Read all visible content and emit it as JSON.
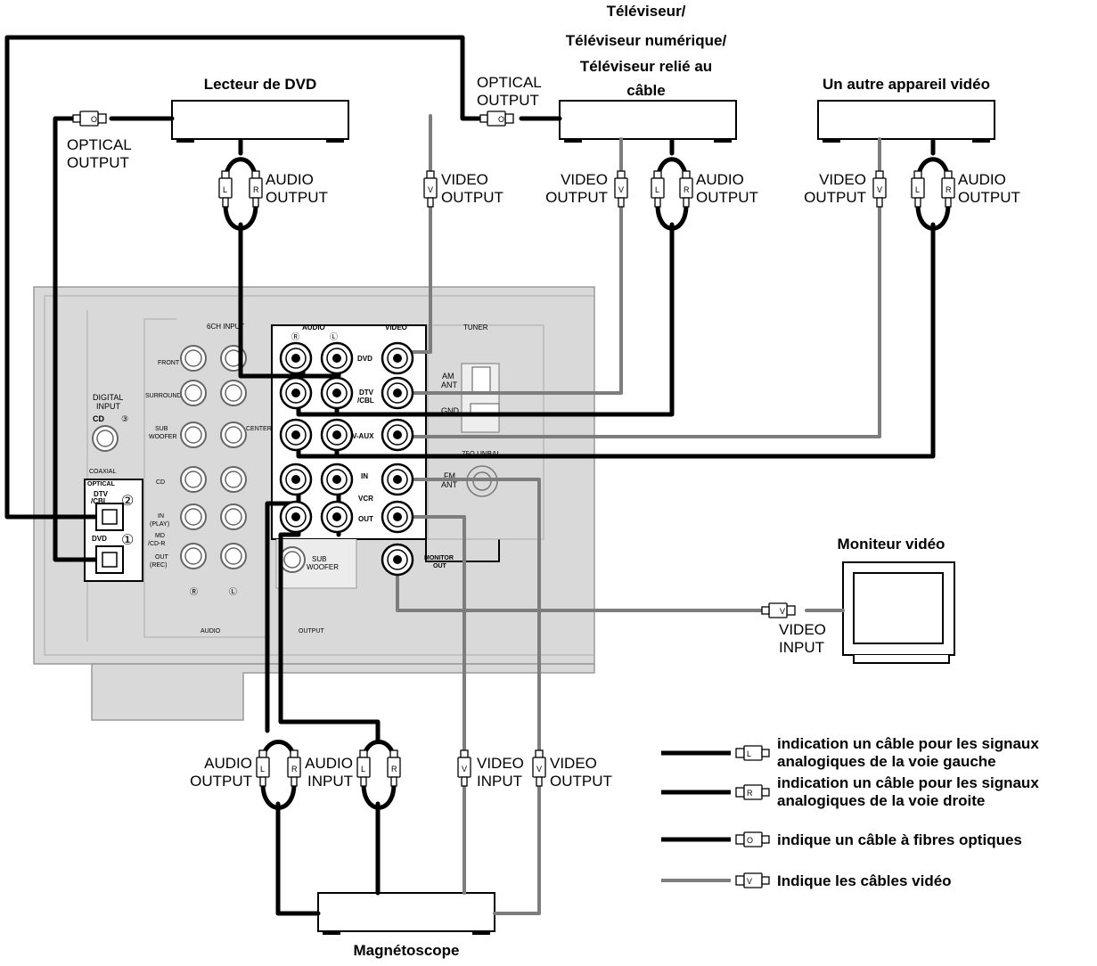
{
  "devices": {
    "dvd_player": "Lecteur de DVD",
    "tv_line1": "Téléviseur/",
    "tv_line2": "Téléviseur numérique/",
    "tv_line3": "Téléviseur relié au",
    "tv_line4": "câble",
    "other_video": "Un autre appareil vidéo",
    "monitor": "Moniteur vidéo",
    "vcr": "Magnétoscope"
  },
  "jack_labels": {
    "optical": "OPTICAL",
    "output": "OUTPUT",
    "input": "INPUT",
    "audio": "AUDIO",
    "video": "VIDEO"
  },
  "plug_letters": {
    "left": "L",
    "right": "R",
    "video": "V",
    "optical": "O"
  },
  "panel": {
    "audio": "AUDIO",
    "video": "VIDEO",
    "tuner": "TUNER",
    "six_ch_input": "6CH INPUT",
    "front": "FRONT",
    "surround": "SURROUND",
    "sub_woofer_1": "SUB",
    "sub_woofer_2": "WOOFER",
    "center": "CENTER",
    "cd": "CD",
    "in_play_1": "IN",
    "in_play_2": "(PLAY)",
    "md_cdr_1": "MD",
    "md_cdr_2": "/CD-R",
    "out_rec_1": "OUT",
    "out_rec_2": "(REC)",
    "digital_input_1": "DIGITAL",
    "digital_input_2": "INPUT",
    "cd_3": "CD",
    "circle_3": "③",
    "coaxial": "COAXIAL",
    "optical": "OPTICAL",
    "dtv_cbl_1": "DTV",
    "dtv_cbl_2": "/CBL",
    "circle_2": "②",
    "dvd": "DVD",
    "circle_1": "①",
    "dvd_jack": "DVD",
    "dtv_jack_1": "DTV",
    "dtv_jack_2": "/CBL",
    "vaux": "V-AUX",
    "in_jack": "IN",
    "vcr": "VCR",
    "out_jack": "OUT",
    "monitor_out_1": "MONITOR",
    "monitor_out_2": "OUT",
    "am_ant_1": "AM",
    "am_ant_2": "ANT",
    "gnd": "GND",
    "unbal": "75Ω UNBAL.",
    "fm_ant_1": "FM",
    "fm_ant_2": "ANT",
    "sub_woofer_out_1": "SUB",
    "sub_woofer_out_2": "WOOFER",
    "audio_bottom": "AUDIO",
    "output_bottom": "OUTPUT",
    "r_mark": "Ⓡ",
    "l_mark": "Ⓛ"
  },
  "legend": [
    {
      "line1": "indication un câble pour les signaux",
      "line2": "analogiques de la voie gauche",
      "plug": "L",
      "color": "#000000"
    },
    {
      "line1": "indication un câble pour les signaux",
      "line2": "analogiques de la voie droite",
      "plug": "R",
      "color": "#000000"
    },
    {
      "line1": "indique un câble à fibres optiques",
      "line2": "",
      "plug": "O",
      "color": "#000000"
    },
    {
      "line1": "Indique les câbles vidéo",
      "line2": "",
      "plug": "V",
      "color": "#7d7d7d"
    }
  ],
  "colors": {
    "audio_cable": "#000000",
    "video_cable": "#7d7d7d",
    "panel": "#d9d9d9"
  }
}
